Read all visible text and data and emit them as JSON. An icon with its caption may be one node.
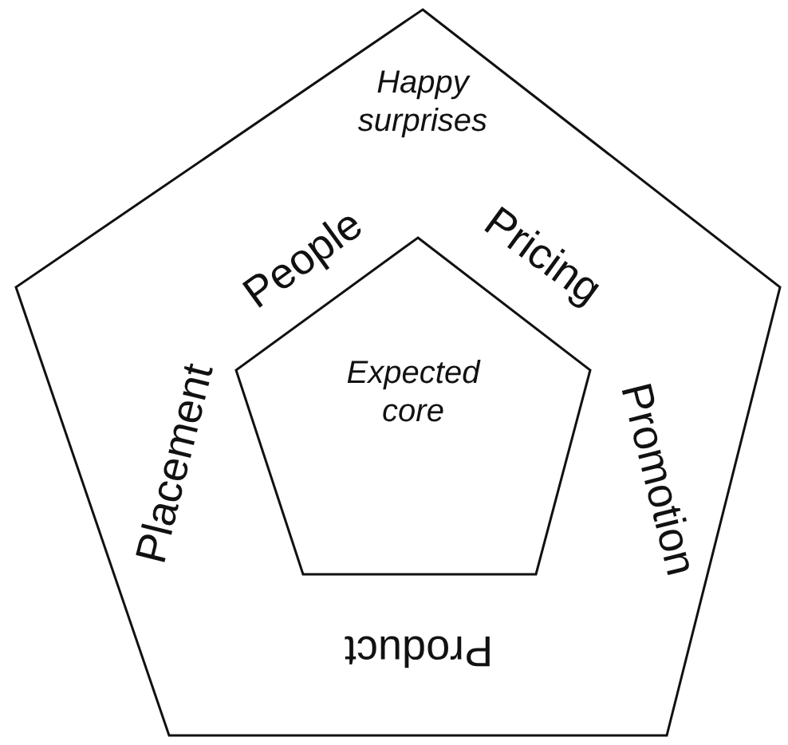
{
  "diagram": {
    "nodes": [
      {
        "text": [
          "Happy surprises"
        ]
      },
      {
        "text": [
          "Expected core"
        ],
        "in": 0
      }
    ],
    "edges": [],
    "labels": [
      "People",
      "Pricing",
      "Promotion",
      "Product",
      "Placement"
    ]
  }
}
